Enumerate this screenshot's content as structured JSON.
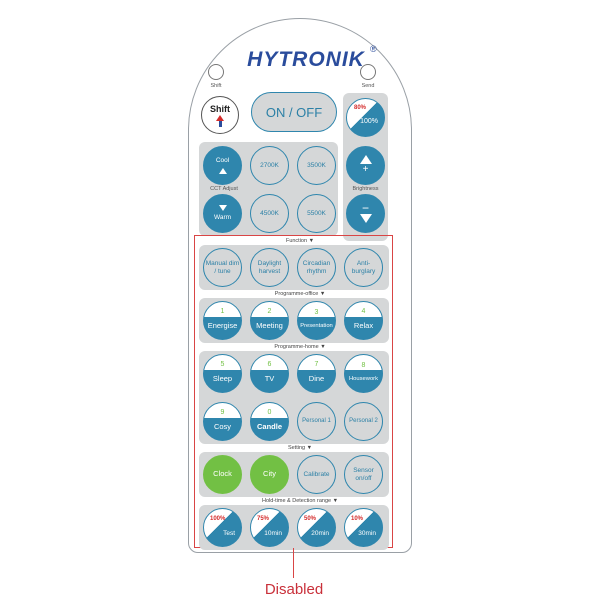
{
  "brand": {
    "name": "HYTRONIK",
    "reg": "®"
  },
  "top": {
    "shift_label": "Shift",
    "send_label": "Send"
  },
  "main": {
    "shift_button": "Shift",
    "onoff": "ON / OFF",
    "pct_top": "80%",
    "pct_bottom": "100%"
  },
  "cct": {
    "cool": "Cool",
    "warm": "Warm",
    "adjust_label": "CCT Adjust",
    "k2700": "2700K",
    "k3500": "3500K",
    "k4500": "4500K",
    "k5500": "5500K",
    "brightness_label": "Brightness",
    "plus": "+",
    "minus": "−"
  },
  "sections": {
    "function": "Function ▼",
    "office": "Programme-office ▼",
    "home": "Programme-home ▼",
    "setting": "Setting ▼",
    "hold": "Hold-time & Detection range ▼"
  },
  "function": [
    "Manual dim / tune",
    "Daylight harvest",
    "Circadian rhythm",
    "Anti- burglary"
  ],
  "office": [
    {
      "num": "1",
      "label": "Energise"
    },
    {
      "num": "2",
      "label": "Meeting"
    },
    {
      "num": "3",
      "label": "Presentation"
    },
    {
      "num": "4",
      "label": "Relax"
    }
  ],
  "home1": [
    {
      "num": "5",
      "label": "Sleep"
    },
    {
      "num": "6",
      "label": "TV"
    },
    {
      "num": "7",
      "label": "Dine"
    },
    {
      "num": "8",
      "label": "Housework"
    }
  ],
  "home2": [
    {
      "num": "9",
      "label": "Cosy"
    },
    {
      "num": "0",
      "label": "Candle"
    },
    {
      "label": "Personal 1"
    },
    {
      "label": "Personal 2"
    }
  ],
  "setting": [
    "Clock",
    "City",
    "Calibrate",
    "Sensor on/off"
  ],
  "hold": [
    {
      "pct": "100%",
      "label": "Test"
    },
    {
      "pct": "75%",
      "label": "10min"
    },
    {
      "pct": "50%",
      "label": "20min"
    },
    {
      "pct": "10%",
      "label": "30min"
    }
  ],
  "annotation": "Disabled",
  "colors": {
    "blue": "#2f86ad",
    "green": "#72c044",
    "gray": "#d5d7d8",
    "red": "#d94545",
    "brand": "#2a4c9c"
  }
}
